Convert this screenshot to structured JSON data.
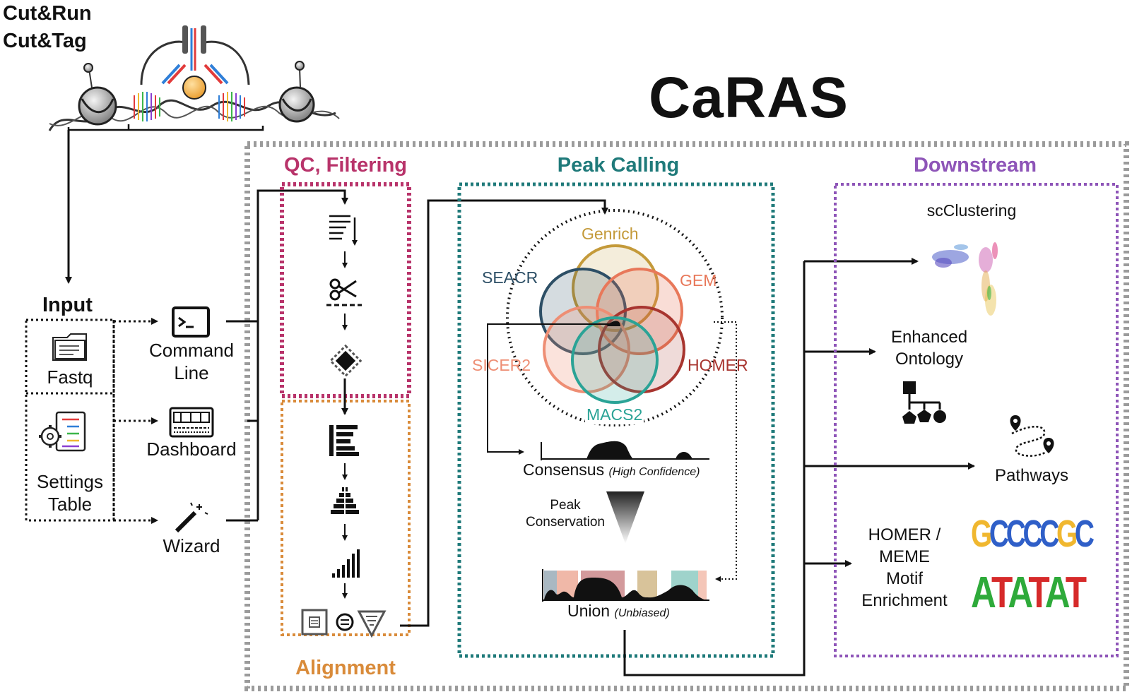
{
  "assay": {
    "line1": "Cut&Run",
    "line2": "Cut&Tag"
  },
  "title": "CaRAS",
  "input": {
    "heading": "Input",
    "fastq": "Fastq",
    "settings_line1": "Settings",
    "settings_line2": "Table"
  },
  "interfaces": {
    "command_line1": "Command",
    "command_line2": "Line",
    "dashboard": "Dashboard",
    "wizard": "Wizard"
  },
  "sections": {
    "qc": "QC, Filtering",
    "alignment": "Alignment",
    "peak_calling": "Peak Calling",
    "downstream": "Downstream"
  },
  "peak_callers": [
    "Genrich",
    "SEACR",
    "GEM",
    "SICER2",
    "HOMER",
    "MACS2"
  ],
  "consensus": {
    "label": "Consensus",
    "note": "(High Confidence)"
  },
  "conservation": {
    "line1": "Peak",
    "line2": "Conservation"
  },
  "union": {
    "label": "Union",
    "note": "(Unbiased)"
  },
  "downstream": {
    "clustering": "scClustering",
    "ontology_line1": "Enhanced",
    "ontology_line2": "Ontology",
    "pathways": "Pathways",
    "motif_line1": "HOMER /",
    "motif_line2": "MEME",
    "motif_line3": "Motif",
    "motif_line4": "Enrichment",
    "motif_logo_1": [
      "G",
      "C",
      "C",
      "C",
      "C",
      "G",
      "C"
    ],
    "motif_logo_2": [
      "A",
      "T",
      "A",
      "T",
      "A",
      "T"
    ]
  },
  "colors": {
    "qc": "#b8336a",
    "alignment": "#d98b3a",
    "peak_calling": "#1f7a7a",
    "downstream": "#8e55b8",
    "outer_frame": "#9b9b9b",
    "genrich": "#c49a3a",
    "seacr": "#2d4f66",
    "gem": "#e8785a",
    "sicer2": "#ee8e74",
    "homer": "#a8352f",
    "macs2": "#2aa396"
  }
}
